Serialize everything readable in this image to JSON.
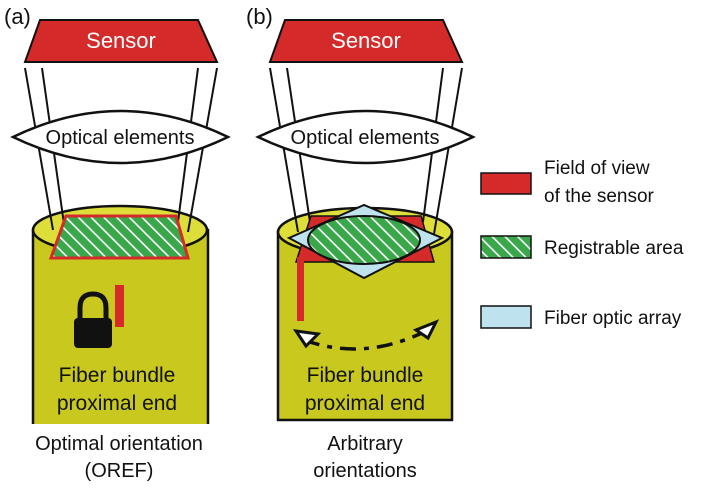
{
  "panels": [
    {
      "tag": "(a)",
      "sensor_label": "Sensor",
      "optics_label": "Optical elements",
      "bundle_label_line1": "Fiber bundle",
      "bundle_label_line2": "proximal end",
      "caption_line1": "Optimal orientation",
      "caption_line2": "(OREF)"
    },
    {
      "tag": "(b)",
      "sensor_label": "Sensor",
      "optics_label": "Optical elements",
      "bundle_label_line1": "Fiber bundle",
      "bundle_label_line2": "proximal end",
      "caption_line1": "Arbitrary",
      "caption_line2": "orientations"
    }
  ],
  "legend": [
    {
      "label_line1": "Field of view",
      "label_line2": "of the sensor",
      "swatch": "solid-red"
    },
    {
      "label_line1": "Registrable area",
      "label_line2": "",
      "swatch": "green-hatched"
    },
    {
      "label_line1": "Fiber optic array",
      "label_line2": "",
      "swatch": "light-blue"
    }
  ],
  "colors": {
    "sensor_red": "#d42a2a",
    "bundle_yellow": "#c8c81e",
    "bundle_top": "#dede3a",
    "registrable_green": "#3aa84a",
    "fiber_blue": "#bfe3ee",
    "outline": "#111111"
  },
  "icons": {
    "lock": "padlock-icon",
    "rotation": "rotation-arrows-icon"
  }
}
